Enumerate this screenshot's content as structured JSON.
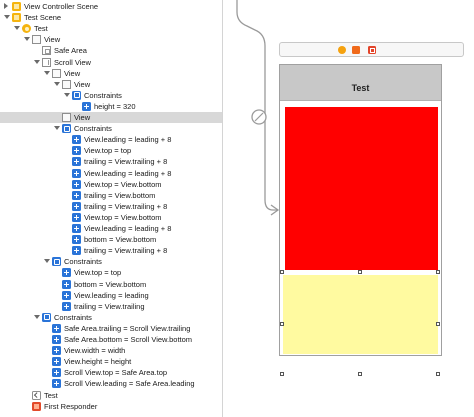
{
  "outline": {
    "rows": [
      {
        "label": "View Controller Scene",
        "icon": "vcscene-icon",
        "icon_type": "vcscene",
        "indent": 0,
        "disclosure": "closed",
        "selected": false
      },
      {
        "label": "Test Scene",
        "icon": "vcscene-icon",
        "icon_type": "vcscene",
        "indent": 0,
        "disclosure": "open",
        "selected": false
      },
      {
        "label": "Test",
        "icon": "scene-icon",
        "icon_type": "scene",
        "indent": 1,
        "disclosure": "open",
        "selected": false
      },
      {
        "label": "View",
        "icon": "view-icon",
        "icon_type": "view",
        "indent": 2,
        "disclosure": "open",
        "selected": false
      },
      {
        "label": "Safe Area",
        "icon": "safe-area-icon",
        "icon_type": "safe",
        "indent": 3,
        "disclosure": "none",
        "selected": false
      },
      {
        "label": "Scroll View",
        "icon": "scroll-view-icon",
        "icon_type": "scroll",
        "indent": 3,
        "disclosure": "open",
        "selected": false
      },
      {
        "label": "View",
        "icon": "view-icon",
        "icon_type": "view",
        "indent": 4,
        "disclosure": "open",
        "selected": false
      },
      {
        "label": "View",
        "icon": "view-icon",
        "icon_type": "view",
        "indent": 5,
        "disclosure": "open",
        "selected": false
      },
      {
        "label": "Constraints",
        "icon": "constraints-group-icon",
        "icon_type": "cgroup",
        "indent": 6,
        "disclosure": "open",
        "selected": false
      },
      {
        "label": "height = 320",
        "icon": "constraint-icon",
        "icon_type": "constraint",
        "indent": 7,
        "disclosure": "none",
        "selected": false
      },
      {
        "label": "View",
        "icon": "view-icon",
        "icon_type": "view",
        "indent": 5,
        "disclosure": "none",
        "selected": true
      },
      {
        "label": "Constraints",
        "icon": "constraints-group-icon",
        "icon_type": "cgroup",
        "indent": 5,
        "disclosure": "open",
        "selected": false
      },
      {
        "label": "View.leading = leading + 8",
        "icon": "constraint-icon",
        "icon_type": "constraint",
        "indent": 6,
        "disclosure": "none",
        "selected": false
      },
      {
        "label": "View.top = top",
        "icon": "constraint-icon",
        "icon_type": "constraint",
        "indent": 6,
        "disclosure": "none",
        "selected": false
      },
      {
        "label": "trailing = View.trailing + 8",
        "icon": "constraint-icon",
        "icon_type": "constraint",
        "indent": 6,
        "disclosure": "none",
        "selected": false
      },
      {
        "label": "View.leading = leading + 8",
        "icon": "constraint-icon",
        "icon_type": "constraint",
        "indent": 6,
        "disclosure": "none",
        "selected": false
      },
      {
        "label": "View.top = View.bottom",
        "icon": "constraint-icon",
        "icon_type": "constraint",
        "indent": 6,
        "disclosure": "none",
        "selected": false
      },
      {
        "label": "trailing = View.bottom",
        "icon": "constraint-icon",
        "icon_type": "constraint",
        "indent": 6,
        "disclosure": "none",
        "selected": false
      },
      {
        "label": "trailing = View.trailing + 8",
        "icon": "constraint-icon",
        "icon_type": "constraint",
        "indent": 6,
        "disclosure": "none",
        "selected": false
      },
      {
        "label": "View.top = View.bottom",
        "icon": "constraint-icon",
        "icon_type": "constraint",
        "indent": 6,
        "disclosure": "none",
        "selected": false
      },
      {
        "label": "View.leading = leading + 8",
        "icon": "constraint-icon",
        "icon_type": "constraint",
        "indent": 6,
        "disclosure": "none",
        "selected": false
      },
      {
        "label": "bottom = View.bottom",
        "icon": "constraint-icon",
        "icon_type": "constraint",
        "indent": 6,
        "disclosure": "none",
        "selected": false
      },
      {
        "label": "trailing = View.trailing + 8",
        "icon": "constraint-icon",
        "icon_type": "constraint",
        "indent": 6,
        "disclosure": "none",
        "selected": false
      },
      {
        "label": "Constraints",
        "icon": "constraints-group-icon",
        "icon_type": "cgroup",
        "indent": 4,
        "disclosure": "open",
        "selected": false
      },
      {
        "label": "View.top = top",
        "icon": "constraint-icon",
        "icon_type": "constraint",
        "indent": 5,
        "disclosure": "none",
        "selected": false
      },
      {
        "label": "bottom = View.bottom",
        "icon": "constraint-icon",
        "icon_type": "constraint",
        "indent": 5,
        "disclosure": "none",
        "selected": false
      },
      {
        "label": "View.leading = leading",
        "icon": "constraint-icon",
        "icon_type": "constraint",
        "indent": 5,
        "disclosure": "none",
        "selected": false
      },
      {
        "label": "trailing = View.trailing",
        "icon": "constraint-icon",
        "icon_type": "constraint",
        "indent": 5,
        "disclosure": "none",
        "selected": false
      },
      {
        "label": "Constraints",
        "icon": "constraints-group-icon",
        "icon_type": "cgroup",
        "indent": 3,
        "disclosure": "open",
        "selected": false
      },
      {
        "label": "Safe Area.trailing = Scroll View.trailing",
        "icon": "constraint-icon",
        "icon_type": "constraint",
        "indent": 4,
        "disclosure": "none",
        "selected": false
      },
      {
        "label": "Safe Area.bottom = Scroll View.bottom",
        "icon": "constraint-icon",
        "icon_type": "constraint",
        "indent": 4,
        "disclosure": "none",
        "selected": false
      },
      {
        "label": "View.width = width",
        "icon": "constraint-icon",
        "icon_type": "constraint",
        "indent": 4,
        "disclosure": "none",
        "selected": false
      },
      {
        "label": "View.height = height",
        "icon": "constraint-icon",
        "icon_type": "constraint",
        "indent": 4,
        "disclosure": "none",
        "selected": false
      },
      {
        "label": "Scroll View.top = Safe Area.top",
        "icon": "constraint-icon",
        "icon_type": "constraint",
        "indent": 4,
        "disclosure": "none",
        "selected": false
      },
      {
        "label": "Scroll View.leading = Safe Area.leading",
        "icon": "constraint-icon",
        "icon_type": "constraint",
        "indent": 4,
        "disclosure": "none",
        "selected": false
      },
      {
        "label": "Test",
        "icon": "back-icon",
        "icon_type": "back",
        "indent": 2,
        "disclosure": "none",
        "selected": false
      },
      {
        "label": "First Responder",
        "icon": "first-responder-icon",
        "icon_type": "responder",
        "indent": 2,
        "disclosure": "none",
        "selected": false
      }
    ]
  },
  "canvas": {
    "scene_title": "Test",
    "dock_icons": [
      "view-controller-icon",
      "first-responder-icon",
      "exit-icon"
    ],
    "colors": {
      "red_view": "#ff0000",
      "yellow_view": "#fffaa0",
      "nav_bar": "#c8c8c8",
      "selection": "#d8d8d8",
      "constraint_icon": "#2a74d8"
    }
  }
}
